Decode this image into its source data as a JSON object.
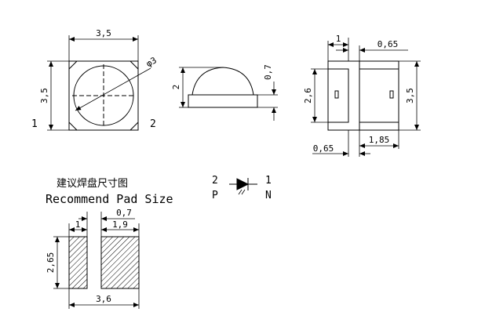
{
  "top_view": {
    "width_label": "3,5",
    "height_label": "3,5",
    "diameter_label": "φ3",
    "pin_left": "1",
    "pin_right": "2"
  },
  "side_view": {
    "height_label": "2",
    "lens_offset_label": "0,7"
  },
  "bottom_view": {
    "top_left_label": "1",
    "top_right_label": "0,65",
    "height_left_label": "2,6",
    "height_right_label": "3,5",
    "bottom_left_label": "0,65",
    "bottom_right_label": "1,85"
  },
  "pad": {
    "caption_cn": "建议焊盘尺寸图",
    "caption_en": "Recommend Pad Size",
    "gap_label": "0,7",
    "pad_width_label": "1,9",
    "left_pad_label": "1",
    "height_label": "2,65",
    "total_width_label": "3,6"
  },
  "symbol": {
    "anode_num": "2",
    "anode_letter": "P",
    "cathode_num": "1",
    "cathode_letter": "N"
  }
}
